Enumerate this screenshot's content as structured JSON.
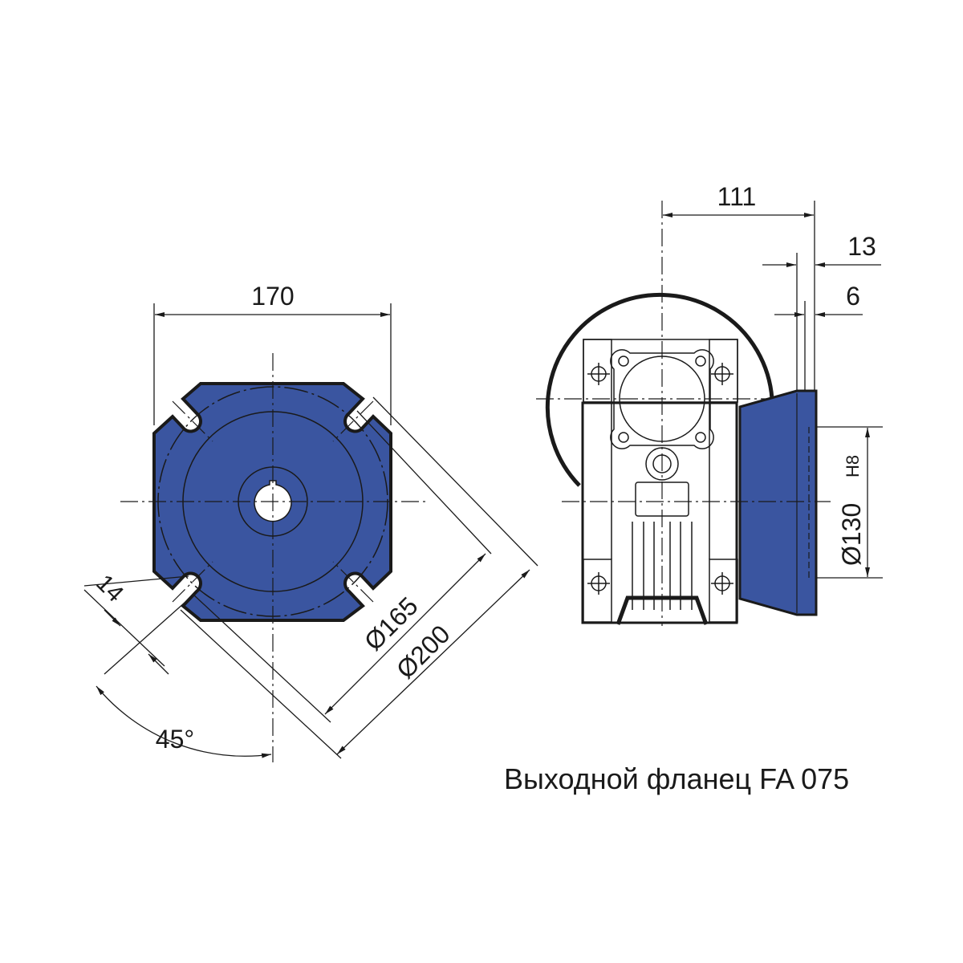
{
  "title": "Выходной фланец FA 075",
  "colors": {
    "flange_fill": "#3a55a0",
    "line": "#1a1a1a"
  },
  "front_view": {
    "width_label": "170",
    "bolt_circle_label": "Ø165",
    "outer_diameter_label": "Ø200",
    "slot_width_label": "14",
    "angle_label": "45°"
  },
  "side_view": {
    "offset_label": "111",
    "flange_thickness_label": "13",
    "spigot_label": "6",
    "spigot_diameter_label": "Ø130",
    "tolerance_label": "H8"
  }
}
